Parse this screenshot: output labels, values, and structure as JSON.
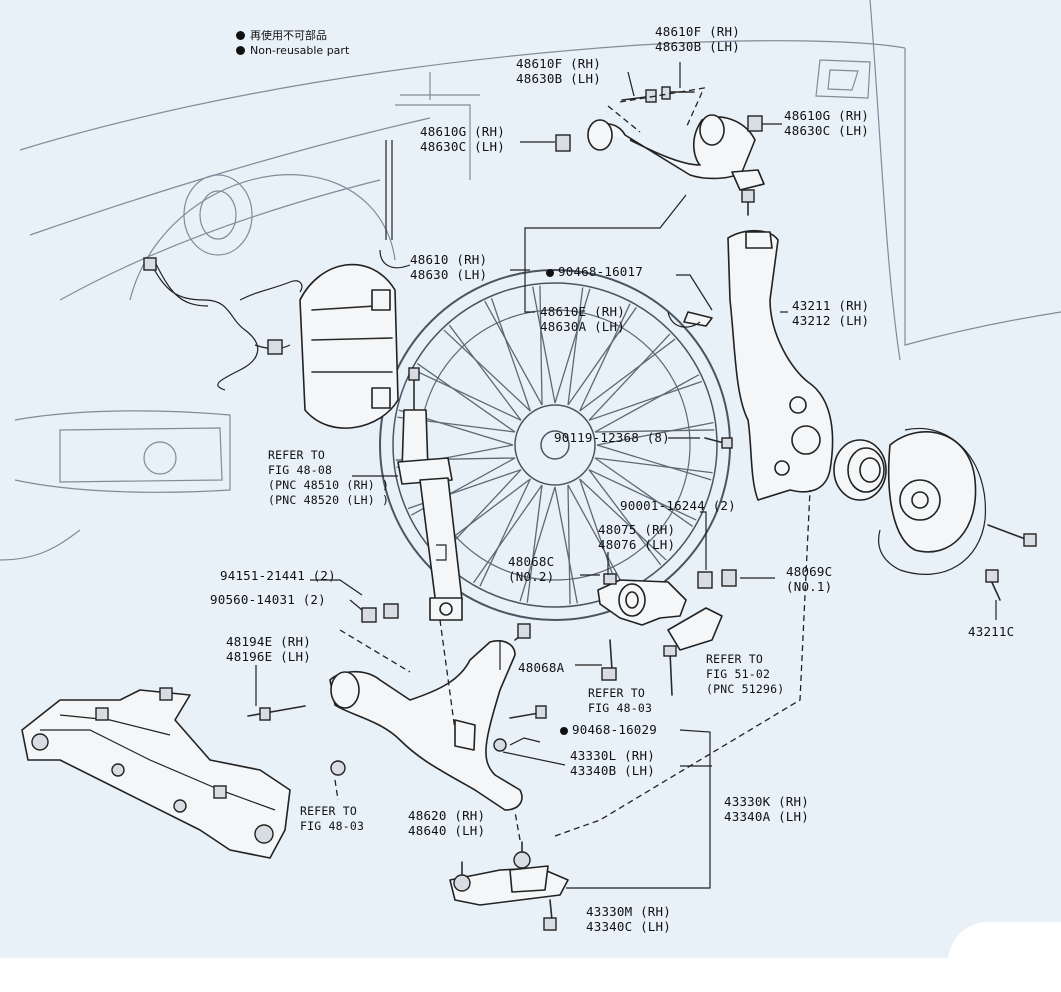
{
  "legend": {
    "items": [
      {
        "text": "再使用不可部品"
      },
      {
        "text": "Non-reusable part"
      }
    ]
  },
  "labels": {
    "l48610F_top": {
      "lines": [
        "48610F (RH)",
        "48630B (LH)"
      ]
    },
    "l48610F_mid": {
      "lines": [
        "48610F (RH)",
        "48630B (LH)"
      ]
    },
    "l48610G_left": {
      "lines": [
        "48610G (RH)",
        "48630C (LH)"
      ]
    },
    "l48610G_right": {
      "lines": [
        "48610G (RH)",
        "48630C (LH)"
      ]
    },
    "l48610": {
      "lines": [
        "48610 (RH)",
        "48630 (LH)"
      ]
    },
    "l90468_16017": {
      "lines": [
        "90468-16017"
      ]
    },
    "l48610E": {
      "lines": [
        "48610E (RH)",
        "48630A (LH)"
      ]
    },
    "l43211": {
      "lines": [
        "43211 (RH)",
        "43212 (LH)"
      ]
    },
    "l90119": {
      "lines": [
        "90119-12368 (8)"
      ]
    },
    "lRefer4808": {
      "lines": [
        "REFER TO",
        "FIG 48-08",
        "(PNC 48510 (RH) )",
        "(PNC 48520 (LH) )"
      ]
    },
    "l90001": {
      "lines": [
        "90001-16244 (2)"
      ]
    },
    "l48075": {
      "lines": [
        "48075 (RH)",
        "48076 (LH)"
      ]
    },
    "l48068C_no2": {
      "lines": [
        "48068C",
        "(NO.2)"
      ]
    },
    "l48069C_no1": {
      "lines": [
        "48069C",
        "(NO.1)"
      ]
    },
    "l94151": {
      "lines": [
        "94151-21441 (2)"
      ]
    },
    "l90560": {
      "lines": [
        "90560-14031 (2)"
      ]
    },
    "l43211C": {
      "lines": [
        "43211C"
      ]
    },
    "l48194E": {
      "lines": [
        "48194E (RH)",
        "48196E (LH)"
      ]
    },
    "l48068A": {
      "lines": [
        "48068A"
      ]
    },
    "lRefer5102": {
      "lines": [
        "REFER TO",
        "FIG 51-02",
        "(PNC 51296)"
      ]
    },
    "lRefer4803a": {
      "lines": [
        "REFER TO",
        "FIG 48-03"
      ]
    },
    "l90468_16029": {
      "lines": [
        "90468-16029"
      ]
    },
    "l43330L": {
      "lines": [
        "43330L (RH)",
        "43340B (LH)"
      ]
    },
    "lRefer4803b": {
      "lines": [
        "REFER TO",
        "FIG 48-03"
      ]
    },
    "l48620": {
      "lines": [
        "48620 (RH)",
        "48640 (LH)"
      ]
    },
    "l43330K": {
      "lines": [
        "43330K (RH)",
        "43340A (LH)"
      ]
    },
    "l43330M": {
      "lines": [
        "43330M (RH)",
        "43340C (LH)"
      ]
    }
  }
}
